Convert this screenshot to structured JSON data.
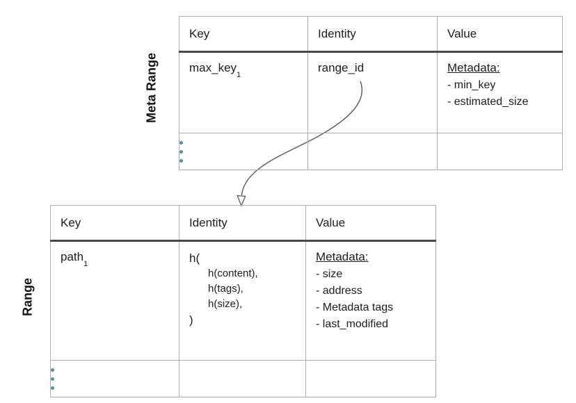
{
  "meta_range": {
    "label": "Meta Range",
    "headers": [
      "Key",
      "Identity",
      "Value"
    ],
    "row1": {
      "key_base": "max_key",
      "key_sub": "1",
      "identity": "range_id",
      "value_heading": "Metadata:",
      "value_items": [
        "- min_key",
        "- estimated_size"
      ]
    }
  },
  "range": {
    "label": "Range",
    "headers": [
      "Key",
      "Identity",
      "Value"
    ],
    "row1": {
      "key_base": "path",
      "key_sub": "1",
      "identity_open": "h(",
      "identity_args": [
        "h(content),",
        "h(tags),",
        "h(size),"
      ],
      "identity_close": ")",
      "value_heading": "Metadata:",
      "value_items": [
        "- size",
        "- address",
        "- Metadata tags",
        "- last_modified"
      ]
    }
  },
  "icons": {
    "vertical_ellipsis": "vertical-ellipsis",
    "connector": "curved-arrow"
  },
  "colors": {
    "background": "#ffffff",
    "text": "#1d1d1d",
    "table_border": "#adadad",
    "header_separator": "#474747",
    "ellipsis_dot": "#4e93a4",
    "arrow": "#5a5a5a"
  }
}
